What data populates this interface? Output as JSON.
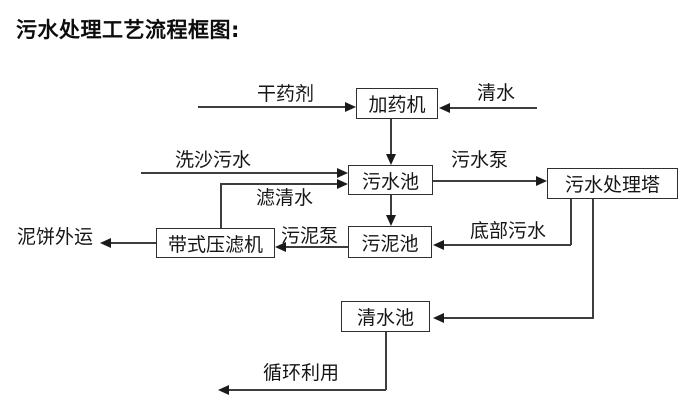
{
  "title": "污水处理工艺流程框图:",
  "diagram": {
    "nodes": [
      {
        "id": "dosing-machine",
        "label": "加药机"
      },
      {
        "id": "sewage-pool",
        "label": "污水池"
      },
      {
        "id": "treatment-tower",
        "label": "污水处理塔"
      },
      {
        "id": "sludge-pool",
        "label": "污泥池"
      },
      {
        "id": "belt-filter-press",
        "label": "带式压滤机"
      },
      {
        "id": "clear-water-pool",
        "label": "清水池"
      }
    ],
    "edge_labels": [
      {
        "id": "dry-agent",
        "label": "干药剂"
      },
      {
        "id": "clear-water",
        "label": "清水"
      },
      {
        "id": "sand-washing-sewage",
        "label": "洗沙污水"
      },
      {
        "id": "filtered-water",
        "label": "滤清水"
      },
      {
        "id": "sewage-pump",
        "label": "污水泵"
      },
      {
        "id": "bottom-sewage",
        "label": "底部污水"
      },
      {
        "id": "sludge-pump",
        "label": "污泥泵"
      },
      {
        "id": "mud-cake-transport",
        "label": "泥饼外运"
      },
      {
        "id": "recycle-use",
        "label": "循环利用"
      }
    ]
  },
  "colors": {
    "background": "#ffffff",
    "line": "#3d3d3d",
    "arrowhead": "#1a1a1a",
    "text": "#111111"
  }
}
